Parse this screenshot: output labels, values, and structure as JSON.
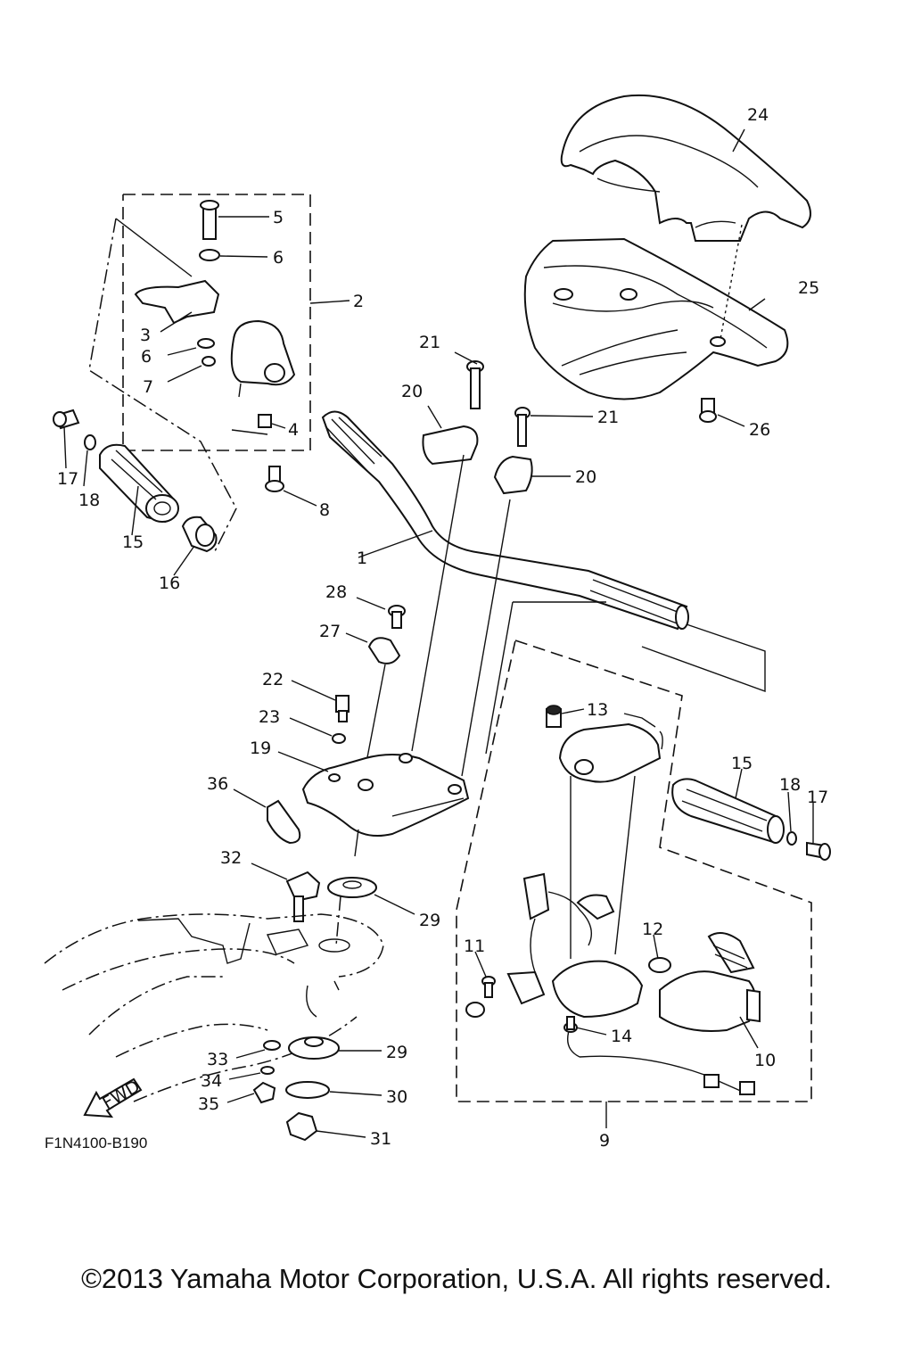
{
  "diagram_code": "F1N4100-B190",
  "copyright": "©2013 Yamaha Motor Corporation, U.S.A. All rights reserved.",
  "direction_label": "FWD",
  "callouts": {
    "c1": "1",
    "c2": "2",
    "c3": "3",
    "c4": "4",
    "c5": "5",
    "c6a": "6",
    "c6b": "6",
    "c7": "7",
    "c8": "8",
    "c9": "9",
    "c10": "10",
    "c11": "11",
    "c12": "12",
    "c13": "13",
    "c14": "14",
    "c15a": "15",
    "c15b": "15",
    "c16": "16",
    "c17a": "17",
    "c17b": "17",
    "c18a": "18",
    "c18b": "18",
    "c19": "19",
    "c20a": "20",
    "c20b": "20",
    "c21a": "21",
    "c21b": "21",
    "c22": "22",
    "c23": "23",
    "c24": "24",
    "c25": "25",
    "c26": "26",
    "c27": "27",
    "c28": "28",
    "c29a": "29",
    "c29b": "29",
    "c30": "30",
    "c31": "31",
    "c32": "32",
    "c33": "33",
    "c34": "34",
    "c35": "35",
    "c36": "36"
  }
}
